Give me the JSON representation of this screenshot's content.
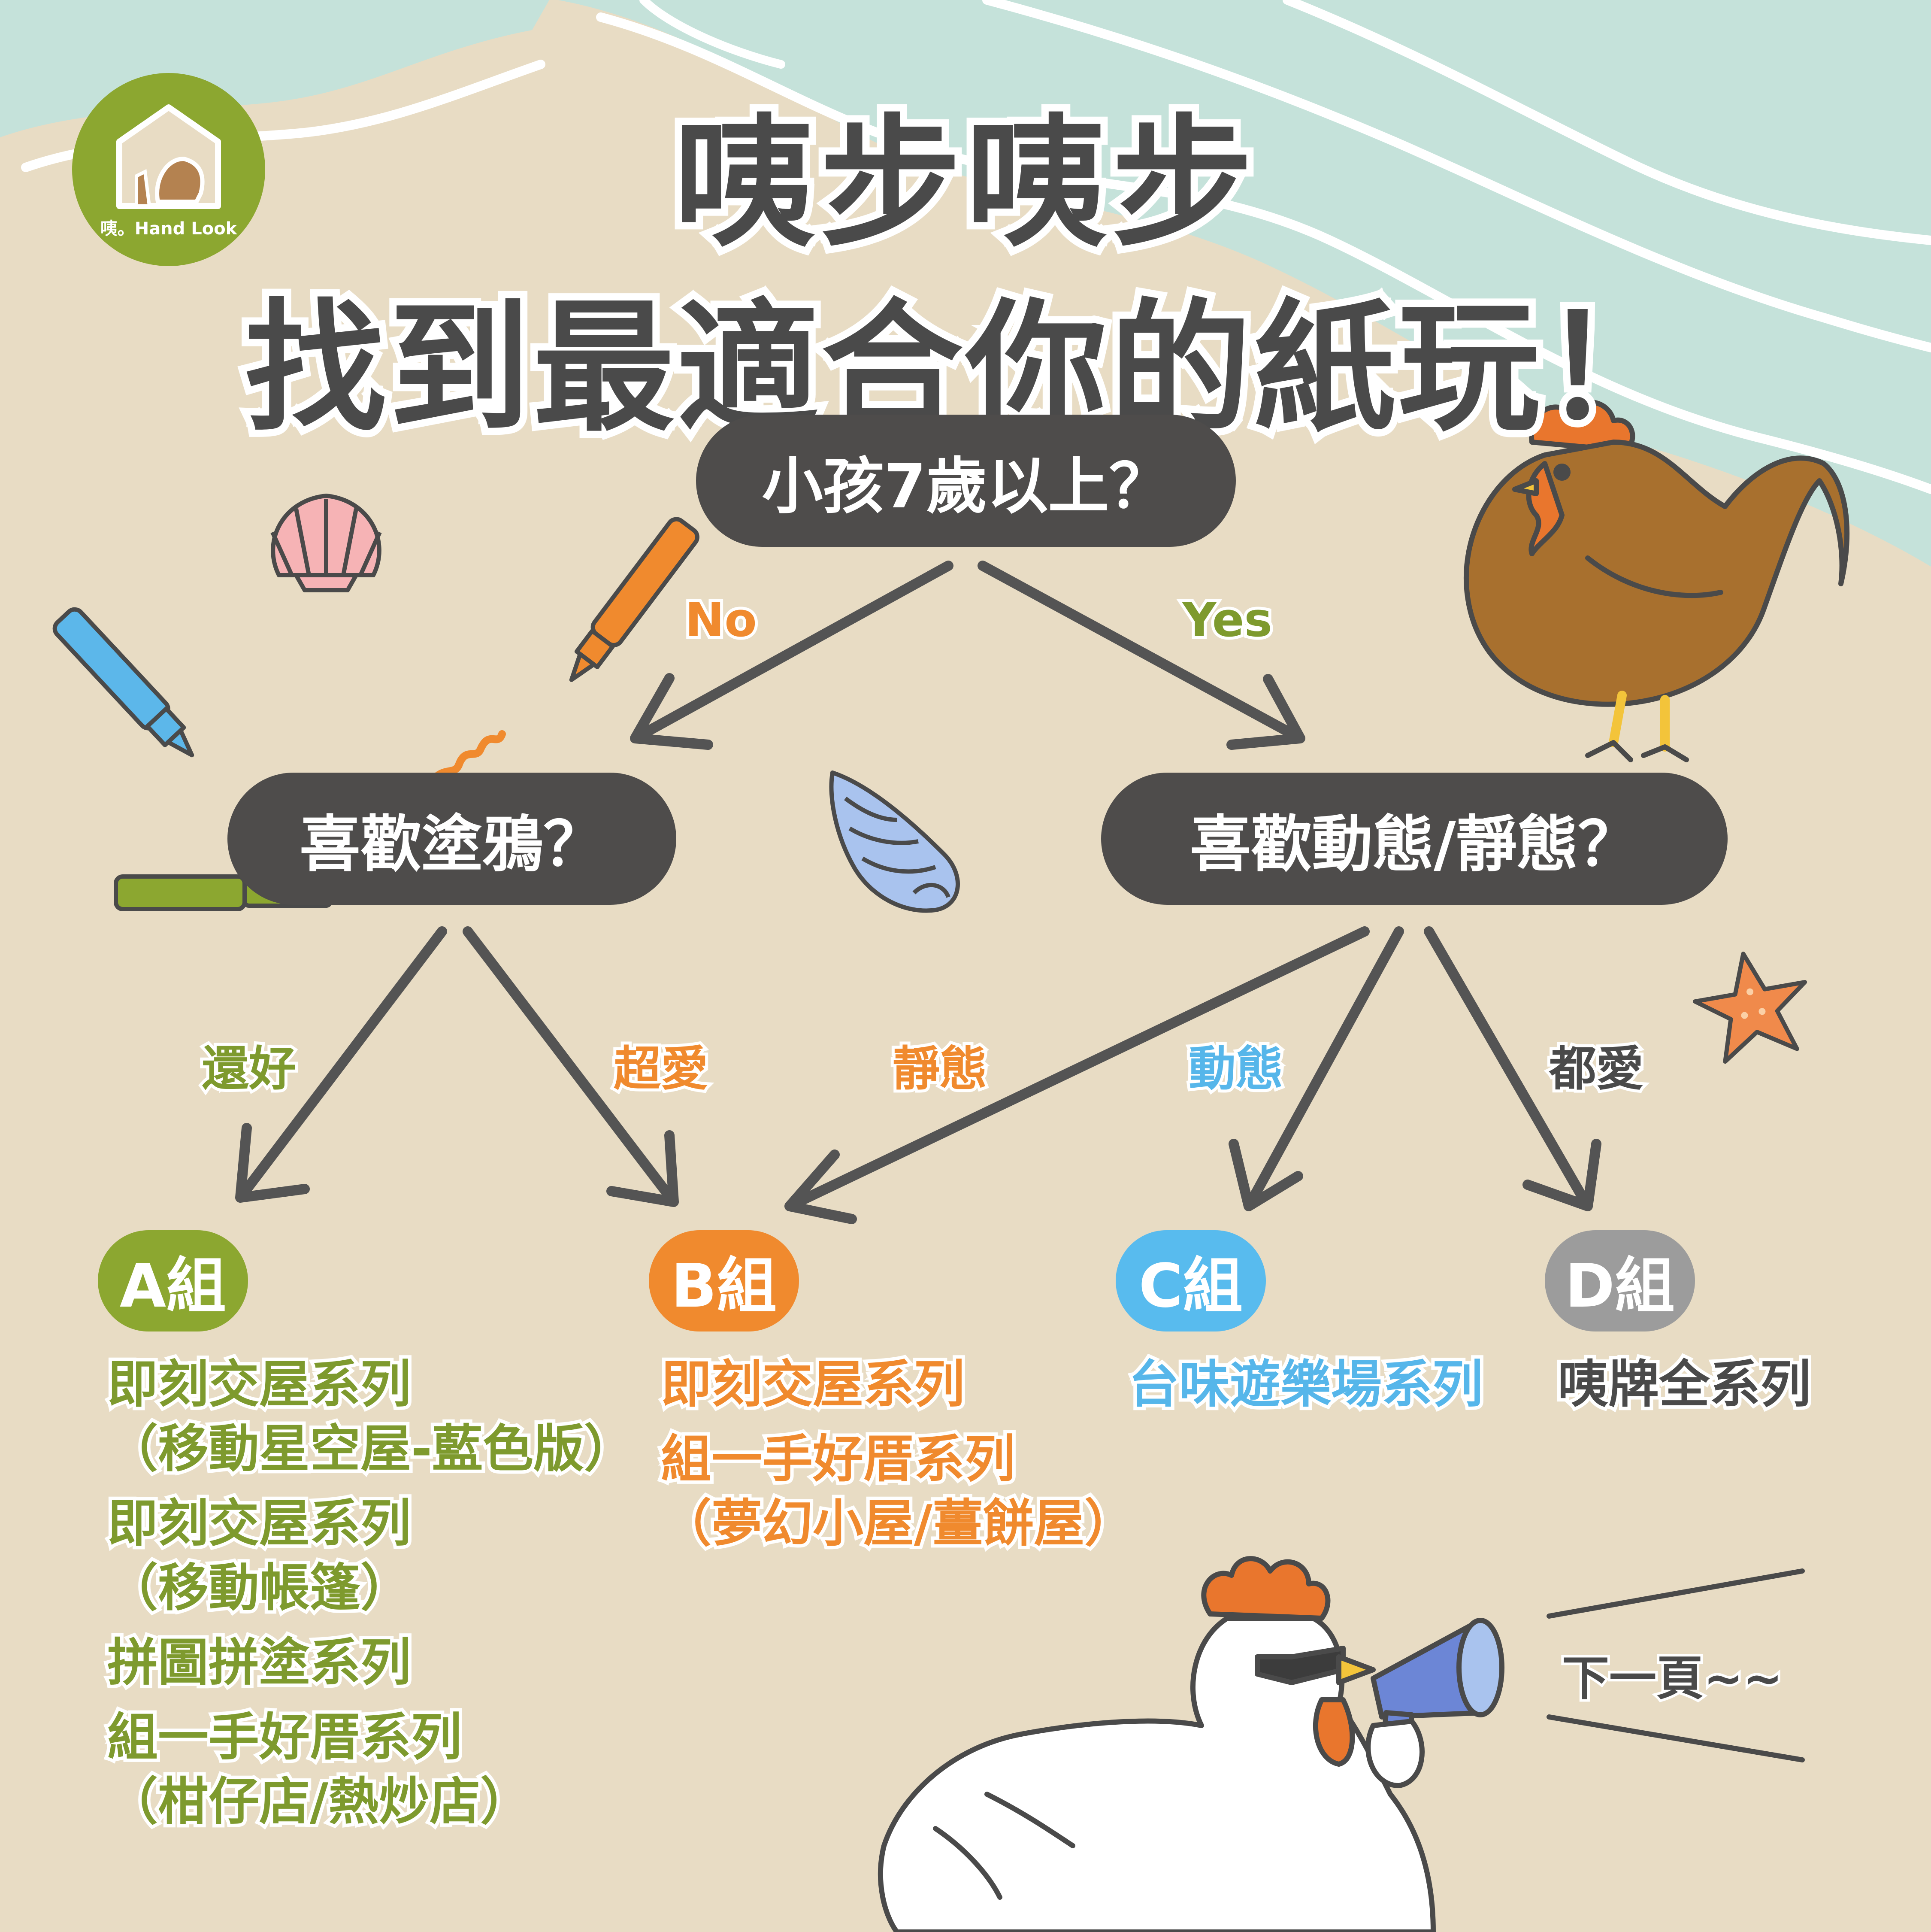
{
  "title": {
    "line1": "咦步咦步",
    "line2": "找到最適合你的紙玩！"
  },
  "logo": {
    "label": "咦。Hand Look"
  },
  "questions": {
    "q1": "小孩7歲以上？",
    "q2": "喜歡塗鴉？",
    "q3": "喜歡動態/靜態？"
  },
  "branches": {
    "no": "No",
    "yes": "Yes",
    "ok": "還好",
    "love": "超愛",
    "static": "靜態",
    "dynamic": "動態",
    "both": "都愛"
  },
  "groups": {
    "a": {
      "badge": "A組",
      "items": [
        [
          "即刻交屋系列",
          "（移動星空屋-藍色版）"
        ],
        [
          "即刻交屋系列",
          "（移動帳篷）"
        ],
        [
          "拼圖拼塗系列"
        ],
        [
          "組一手好厝系列",
          "（柑仔店/熱炒店）"
        ]
      ]
    },
    "b": {
      "badge": "B組",
      "items": [
        [
          "即刻交屋系列"
        ],
        [
          "組一手好厝系列",
          "（夢幻小屋/薑餅屋）"
        ]
      ]
    },
    "c": {
      "badge": "C組",
      "items": [
        [
          "台味遊樂場系列"
        ]
      ]
    },
    "d": {
      "badge": "D組",
      "items": [
        [
          "咦牌全系列"
        ]
      ]
    }
  },
  "next_page": "下一頁~~",
  "colors": {
    "background": "#E8DCC4",
    "sea": "#C5E2DA",
    "pill": "#4E4C4B",
    "arrow": "#545454",
    "group_a": "#8CA730",
    "group_b": "#F08A2E",
    "group_c": "#58BBEE",
    "group_d": "#9C9C9C"
  },
  "icons": [
    "house-hand-logo-icon",
    "scallop-shell-icon",
    "conch-shell-icon",
    "starfish-icon",
    "blue-marker-icon",
    "orange-marker-icon",
    "green-marker-icon",
    "brown-hen-icon",
    "white-rooster-icon",
    "megaphone-icon"
  ]
}
